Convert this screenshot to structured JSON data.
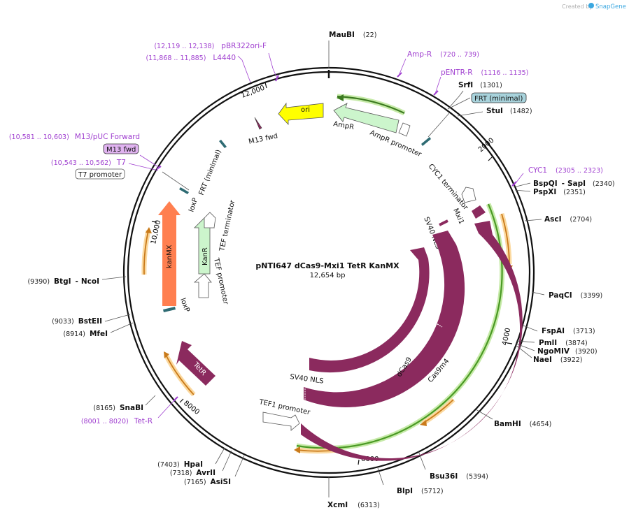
{
  "brand": {
    "prefix": "Created by",
    "name": "SnapGene"
  },
  "plasmid": {
    "name": "pNTI647 dCas9-Mxi1 TetR KanMX",
    "length": "12,654 bp"
  },
  "ticks": [
    "2000",
    "4000",
    "6000",
    "8000",
    "10,000",
    "12,000"
  ],
  "enzymes": [
    {
      "name": "MauBI",
      "pos": "(22)"
    },
    {
      "name": "SrfI",
      "pos": "(1301)"
    },
    {
      "name": "StuI",
      "pos": "(1482)"
    },
    {
      "name": "BspQI",
      "sep": "-",
      "name2": "SapI",
      "pos": "(2340)"
    },
    {
      "name": "PspXI",
      "pos": "(2351)"
    },
    {
      "name": "AscI",
      "pos": "(2704)"
    },
    {
      "name": "PaqCI",
      "pos": "(3399)"
    },
    {
      "name": "FspAI",
      "pos": "(3713)"
    },
    {
      "name": "PmlI",
      "pos": "(3874)"
    },
    {
      "name": "NgoMIV",
      "pos": "(3920)"
    },
    {
      "name": "NaeI",
      "pos": "(3922)"
    },
    {
      "name": "BamHI",
      "pos": "(4654)"
    },
    {
      "name": "Bsu36I",
      "pos": "(5394)"
    },
    {
      "name": "BlpI",
      "pos": "(5712)"
    },
    {
      "name": "XcmI",
      "pos": "(6313)"
    },
    {
      "name": "AsiSI",
      "pos": "(7165)"
    },
    {
      "name": "AvrII",
      "pos": "(7318)"
    },
    {
      "name": "HpaI",
      "pos": "(7403)"
    },
    {
      "name": "SnaBI",
      "pos": "(8165)"
    },
    {
      "name": "MfeI",
      "pos": "(8914)"
    },
    {
      "name": "BstEII",
      "pos": "(9033)"
    },
    {
      "name": "BtgI",
      "sep": "-",
      "name2": "NcoI",
      "pos": "(9390)"
    }
  ],
  "primers": [
    {
      "name": "pBR322ori-F",
      "range": "(12,119 .. 12,138)"
    },
    {
      "name": "L4440",
      "range": "(11,868 .. 11,885)"
    },
    {
      "name": "Amp-R",
      "range": "(720 .. 739)"
    },
    {
      "name": "pENTR-R",
      "range": "(1116 .. 1135)"
    },
    {
      "name": "CYC1",
      "range": "(2305 .. 2323)"
    },
    {
      "name": "M13/pUC Forward",
      "range": "(10,581 .. 10,603)"
    },
    {
      "name": "T7",
      "range": "(10,543 .. 10,562)"
    },
    {
      "name": "Tet-R",
      "range": "(8001 .. 8020)"
    }
  ],
  "boxed_labels": {
    "frt_minimal": "FRT (minimal)",
    "m13_fwd": "M13 fwd",
    "t7_promoter": "T7 promoter"
  },
  "features": {
    "ori": "ori",
    "ampr": "AmpR",
    "ampr_promoter": "AmpR promoter",
    "m13_fwd": "M13 fwd",
    "cyc1_terminator": "CYC1 terminator",
    "mxi1": "Mxi1",
    "sv40_nls_top": "SV40 NLS",
    "sv40_nls_bottom": "SV40 NLS",
    "cas9": "Cas9",
    "dcas9": "dCas9",
    "cas9m4": "Cas9m4",
    "tef1_promoter": "TEF1 promoter",
    "tetr": "TetR",
    "kanmx": "kanMX",
    "kanr": "KanR",
    "loxp_top": "loxP",
    "loxp_bottom": "loxP",
    "frt_minimal": "FRT (minimal)",
    "tef_terminator": "TEF terminator",
    "tef_promoter": "TEF promoter"
  },
  "colors": {
    "backbone": "#111111",
    "cds": "#8b2a5e",
    "kanmx": "#ff7f50",
    "ori": "#ffff00",
    "ampr": "#ccf5cc",
    "green_band": "#7dc24a",
    "orange_band": "#f7b24a",
    "primer": "#a040d0",
    "misc": "#2e6b73",
    "frt_box": "#a8d3dc",
    "m13_box": "#e0b3f0"
  }
}
